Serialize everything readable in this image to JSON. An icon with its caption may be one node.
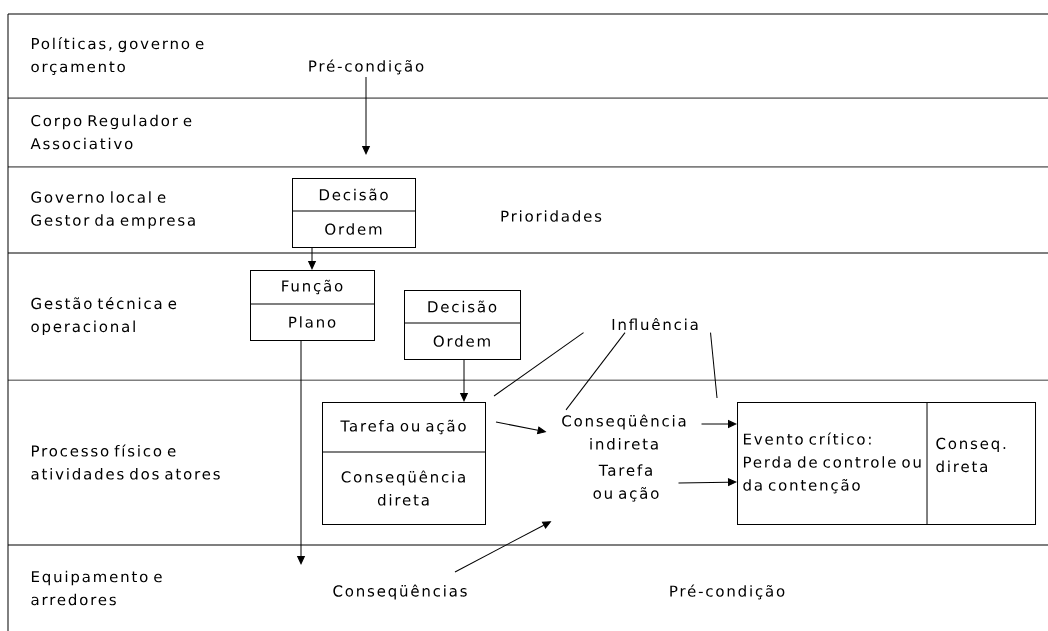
{
  "diagram": {
    "nodes": [
      {
        "text": [
          "Políticas, governo e orçamento"
        ]
      },
      {
        "text": [
          "Pré-condição"
        ],
        "in": 0
      },
      {
        "text": [
          "Corpo Regulador e Associativo"
        ]
      },
      {
        "text": [
          "Governo local e Gestor da empresa"
        ]
      },
      {
        "text": [
          "Decisão",
          "Ordem"
        ],
        "in": 3
      },
      {
        "text": [
          "Prioridades"
        ],
        "in": 3
      },
      {
        "text": [
          "Gestão técnica e operacional"
        ]
      },
      {
        "text": [
          "Função",
          "Plano"
        ],
        "in": 6
      },
      {
        "text": [
          "Decisão",
          "Ordem"
        ],
        "in": 6
      },
      {
        "text": [
          "Influência"
        ],
        "in": 6
      },
      {
        "text": [
          "Processo físico e atividades dos atores"
        ]
      },
      {
        "text": [
          "Tarefa ou ação",
          "Conseqüência direta"
        ],
        "in": 10
      },
      {
        "text": [
          "Conseqüência indireta"
        ],
        "in": 10
      },
      {
        "text": [
          "Tarefa ou ação"
        ],
        "in": 10
      },
      {
        "text": [
          "Evento crítico: Perda de controle ou da contenção",
          "Conseq. direta"
        ],
        "in": 10
      },
      {
        "text": [
          "Equipamento e arredores"
        ]
      },
      {
        "text": [
          "Conseqüências"
        ],
        "in": 15
      },
      {
        "text": [
          "Pré-condição"
        ],
        "in": 15
      }
    ],
    "edges": [
      {
        "from": 1,
        "to": 2,
        "arrow": "to"
      },
      {
        "from": 4,
        "to": 7,
        "arrow": "to"
      },
      {
        "from": 7,
        "to": 15,
        "arrow": "to"
      },
      {
        "from": 8,
        "to": 11,
        "arrow": "to"
      },
      {
        "from": 9,
        "to": 11,
        "arrow": "none"
      },
      {
        "from": 9,
        "to": 12,
        "arrow": "none"
      },
      {
        "from": 9,
        "to": 14,
        "arrow": "none"
      },
      {
        "from": 11,
        "to": 12,
        "arrow": "to"
      },
      {
        "from": 12,
        "to": 14,
        "arrow": "to"
      },
      {
        "from": 13,
        "to": 14,
        "arrow": "to"
      },
      {
        "from": 16,
        "to": 13,
        "arrow": "to"
      }
    ]
  }
}
